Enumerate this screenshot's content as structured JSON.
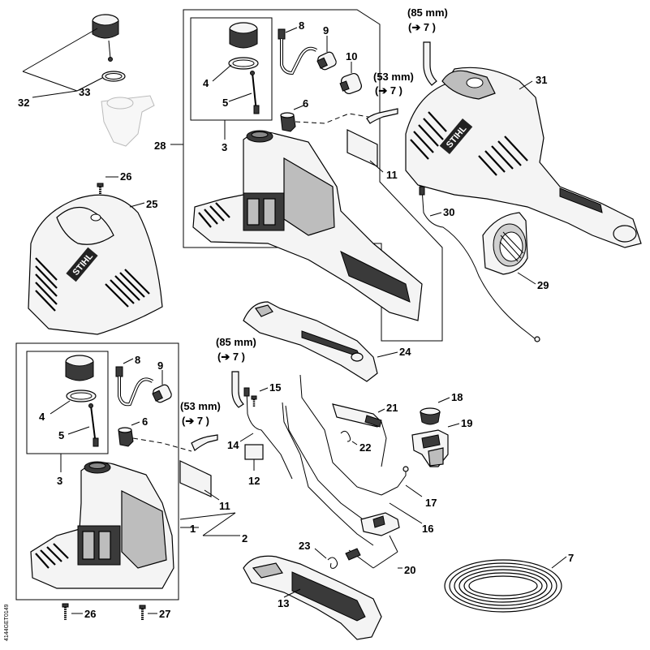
{
  "diagram_id": "4144GET0149",
  "brand_mark": "STIHL",
  "annotations": [
    {
      "text": "(85 mm)",
      "ref": "(➔ 7 )"
    },
    {
      "text": "(53 mm)",
      "ref": "(➔ 7 )"
    },
    {
      "text": "(85 mm)",
      "ref": "(➔ 7 )"
    },
    {
      "text": "(53 mm)",
      "ref": "(➔ 7 )"
    }
  ],
  "callouts": {
    "c32": "32",
    "c33": "33",
    "c26a": "26",
    "c25": "25",
    "c28": "28",
    "c4a": "4",
    "c5a": "5",
    "c3a": "3",
    "c8a": "8",
    "c9a": "9",
    "c10": "10",
    "c6a": "6",
    "c11a": "11",
    "c31": "31",
    "c30": "30",
    "c29": "29",
    "c24": "24",
    "c8b": "8",
    "c9b": "9",
    "c4b": "4",
    "c5b": "5",
    "c6b": "6",
    "c3b": "3",
    "c11b": "11",
    "c1": "1",
    "c2": "2",
    "c15": "15",
    "c14": "14",
    "c12": "12",
    "c21": "21",
    "c22": "22",
    "c18": "18",
    "c19": "19",
    "c17": "17",
    "c16": "16",
    "c23": "23",
    "c20": "20",
    "c13": "13",
    "c7": "7",
    "c26b": "26",
    "c27": "27"
  }
}
